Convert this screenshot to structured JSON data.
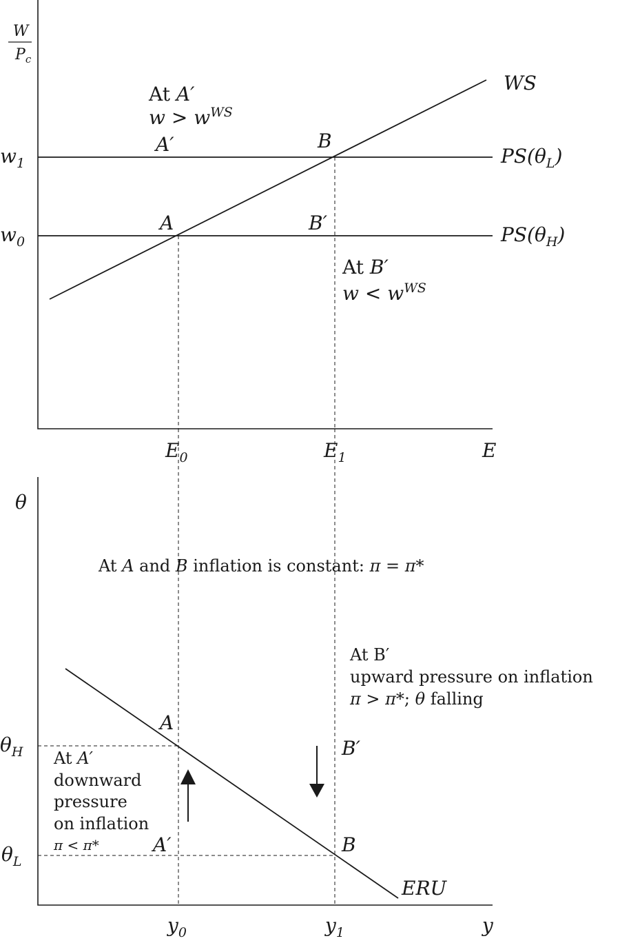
{
  "top_panel": {
    "y_axis_label_num": "W",
    "y_axis_label_den_main": "P",
    "y_axis_label_den_sub": "c",
    "x_axis_label": "E",
    "tick_w1_main": "w",
    "tick_w1_sub": "1",
    "tick_w0_main": "w",
    "tick_w0_sub": "0",
    "tick_e0_main": "E",
    "tick_e0_sub": "0",
    "tick_e1_main": "E",
    "tick_e1_sub": "1",
    "ws_label": "WS",
    "ps_low_main": "PS(θ",
    "ps_low_sub": "L",
    "ps_low_close": ")",
    "ps_high_main": "PS(θ",
    "ps_high_sub": "H",
    "ps_high_close": ")",
    "point_a": "A",
    "point_b": "B",
    "point_a_prime": "A′",
    "point_b_prime": "B′",
    "note_a_prime_line1_pre": "At ",
    "note_a_prime_line1_it": "A′",
    "note_a_prime_line2": "w > w",
    "note_a_prime_line2_sup": "WS",
    "note_b_prime_line1_pre": "At ",
    "note_b_prime_line1_it": "B′",
    "note_b_prime_line2": "w < w",
    "note_b_prime_line2_sup": "WS"
  },
  "bottom_panel": {
    "y_axis_label": "θ",
    "x_axis_label": "y",
    "tick_theta_h_main": "θ",
    "tick_theta_h_sub": "H",
    "tick_theta_l_main": "θ",
    "tick_theta_l_sub": "L",
    "tick_y0_main": "y",
    "tick_y0_sub": "0",
    "tick_y1_main": "y",
    "tick_y1_sub": "1",
    "eru_label": "ERU",
    "point_a": "A",
    "point_b": "B",
    "point_a_prime": "A′",
    "point_b_prime": "B′",
    "constant_note_1": "At ",
    "constant_note_2": "A",
    "constant_note_3": " and ",
    "constant_note_4": "B",
    "constant_note_5": " inflation is constant: ",
    "constant_note_6": "π = π*",
    "b_prime_note_line1": "At B′",
    "b_prime_note_line2": "upward pressure on inflation",
    "b_prime_note_line3_it": "π > π*",
    "b_prime_note_line3_rest": "; ",
    "b_prime_note_line3_theta": "θ",
    "b_prime_note_line3_end": " falling",
    "a_prime_note_line1_pre": "At ",
    "a_prime_note_line1_it": "A′",
    "a_prime_note_line2": "downward",
    "a_prime_note_line3": "pressure",
    "a_prime_note_line4": "on inflation",
    "a_prime_note_line5": "π < π*"
  }
}
